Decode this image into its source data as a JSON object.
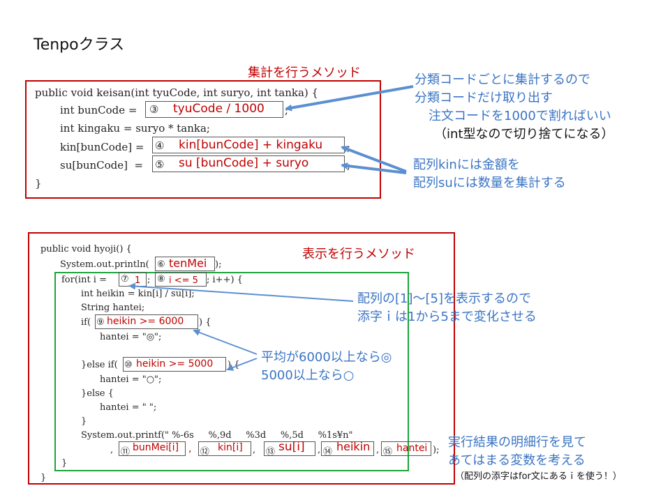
{
  "title": "Tenpoクラス",
  "section1": {
    "label": "集計を行うメソッド",
    "code": [
      "public void keisan(int tyuCode, int suryo, int tanka) {",
      "int bunCode =",
      "int kingaku = suryo * tanka;",
      "kin[bunCode] =",
      "su[bunCode]  =",
      "}"
    ],
    "code_suffix": {
      "line2": ";",
      "line4": ";",
      "line5": ";"
    },
    "blanks": [
      {
        "num": "③",
        "answer": "tyuCode / 1000"
      },
      {
        "num": "④",
        "answer": "kin[bunCode] + kingaku"
      },
      {
        "num": "⑤",
        "answer": "su [bunCode] + suryo"
      }
    ],
    "notes": {
      "bunrui": [
        "分類コードごとに集計するので",
        "分類コードだけ取り出す",
        "注文コードを1000で割ればいい"
      ],
      "bunrui_paren": "（int型なので切り捨てになる）",
      "array": [
        "配列kinには金額を",
        "配列suには数量を集計する"
      ]
    }
  },
  "section2": {
    "label": "表示を行うメソッド",
    "code": [
      "public void hyoji() {",
      "System.out.println(",
      ");",
      "for(int i =",
      ";",
      "; i++) {",
      "int heikin = kin[i] / su[i];",
      "String hantei;",
      "if(",
      ") {",
      "hantei = \"◎\";",
      "}else if(",
      ") {",
      "hantei = \"○\";",
      "}else {",
      "hantei = \" \";",
      "}",
      "System.out.printf(\" %-6s     %,9d     %3d     %,5d     %1s¥n\"",
      ",",
      ",",
      ",",
      ",",
      ",",
      ");",
      "}",
      "}"
    ],
    "blanks": [
      {
        "num": "⑥",
        "answer": "tenMei"
      },
      {
        "num": "⑦",
        "answer": "1"
      },
      {
        "num": "⑧",
        "answer": "i <= 5"
      },
      {
        "num": "⑨",
        "answer": "heikin >= 6000"
      },
      {
        "num": "⑩",
        "answer": "heikin >= 5000"
      },
      {
        "num": "⑪",
        "answer": "bunMei[i]"
      },
      {
        "num": "⑫",
        "answer": "kin[i]"
      },
      {
        "num": "⑬",
        "answer": "su[i]"
      },
      {
        "num": "⑭",
        "answer": "heikin"
      },
      {
        "num": "⑮",
        "answer": "hantei"
      }
    ],
    "notes": {
      "loop": [
        "配列の[1]～[5]を表示するので",
        "添字ｉは1から5まで変化させる"
      ],
      "avg": [
        "平均が6000以上なら◎",
        "5000以上なら○"
      ],
      "result": [
        "実行結果の明細行を見て",
        "あてはまる変数を考える"
      ],
      "result_paren": "（配列の添字はfor文にあるｉを使う！）"
    }
  },
  "colors": {
    "frame": "#c00000",
    "inner_frame": "#1aa33a",
    "note": "#3a74c4",
    "answer": "#c00000"
  }
}
